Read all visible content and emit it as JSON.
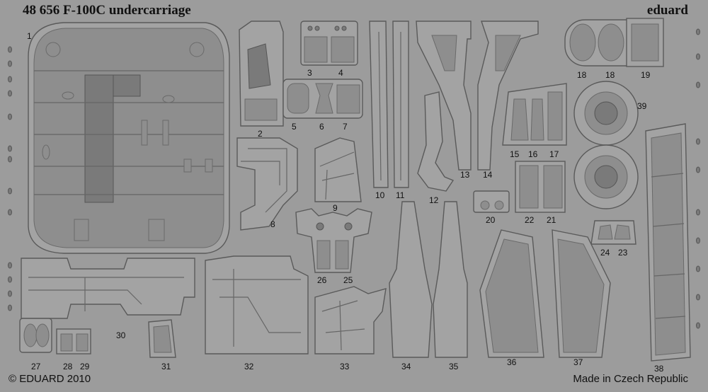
{
  "sheet": {
    "title": "48 656  F-100C undercarriage",
    "brand": "eduard",
    "copyright": "© EDUARD 2010",
    "origin": "Made in Czech Republic"
  },
  "labels": {
    "p1": "1",
    "p2": "2",
    "p3": "3",
    "p4": "4",
    "p5": "5",
    "p6": "6",
    "p7": "7",
    "p8": "8",
    "p9": "9",
    "p10": "10",
    "p11": "11",
    "p12": "12",
    "p13": "13",
    "p14": "14",
    "p15": "15",
    "p16": "16",
    "p17": "17",
    "p18a": "18",
    "p18b": "18",
    "p19": "19",
    "p20": "20",
    "p21": "21",
    "p22": "22",
    "p23": "23",
    "p24": "24",
    "p25": "25",
    "p26": "26",
    "p27": "27",
    "p28": "28",
    "p29": "29",
    "p30": "30",
    "p31": "31",
    "p32": "32",
    "p33": "33",
    "p34": "34",
    "p35": "35",
    "p36": "36",
    "p37": "37",
    "p38": "38",
    "p39": "39"
  },
  "colors": {
    "background": "#9c9c9c",
    "metal": "#a3a3a3",
    "outline": "#5a5a5a"
  }
}
